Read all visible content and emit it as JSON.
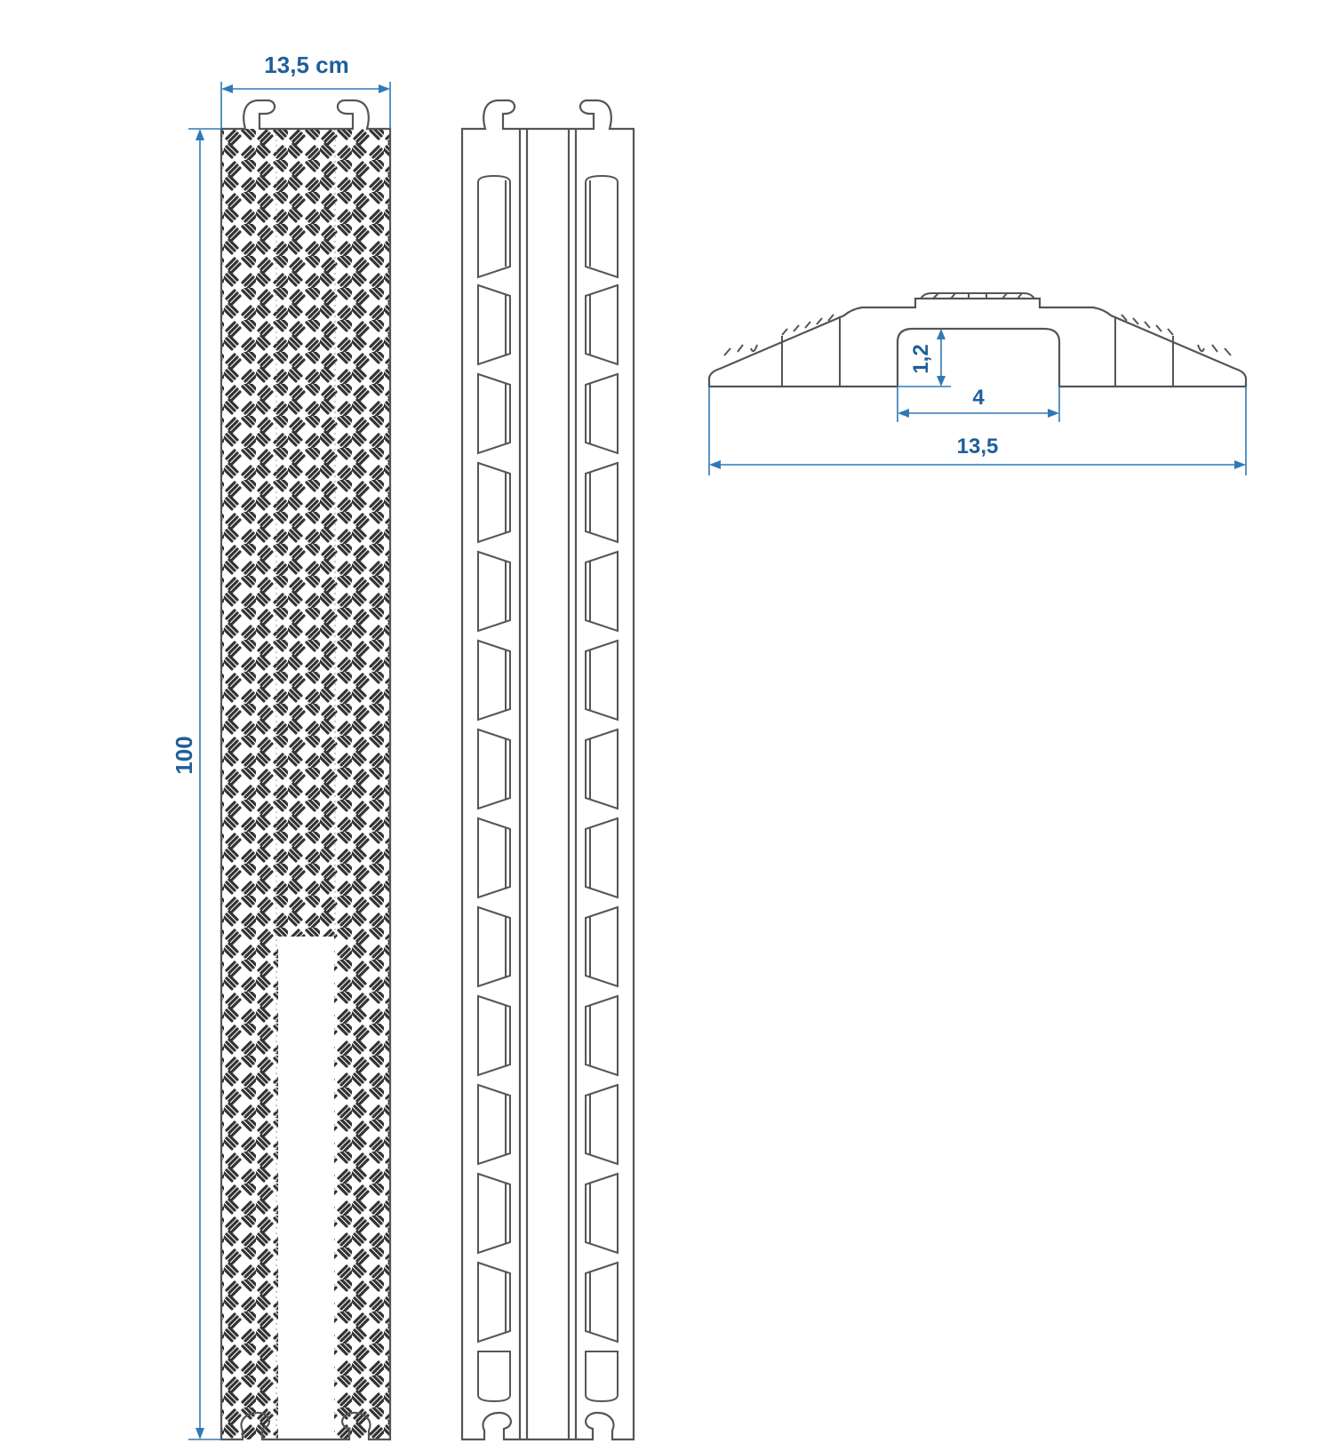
{
  "drawing": {
    "subject": "cable protector bridge",
    "views": [
      {
        "name": "top-view",
        "description": "checker plate surface"
      },
      {
        "name": "bottom-view",
        "description": "underside with channel and recesses"
      },
      {
        "name": "cross-section",
        "description": "profile view"
      }
    ],
    "colors": {
      "dimension": "#2e7ab8",
      "dimension_text": "#1f5f9a",
      "outline": "#555555"
    }
  },
  "dimensions": {
    "top_width": "13,5 cm",
    "length": "100",
    "channel_height": "1,2",
    "channel_width": "4",
    "section_width": "13,5"
  }
}
